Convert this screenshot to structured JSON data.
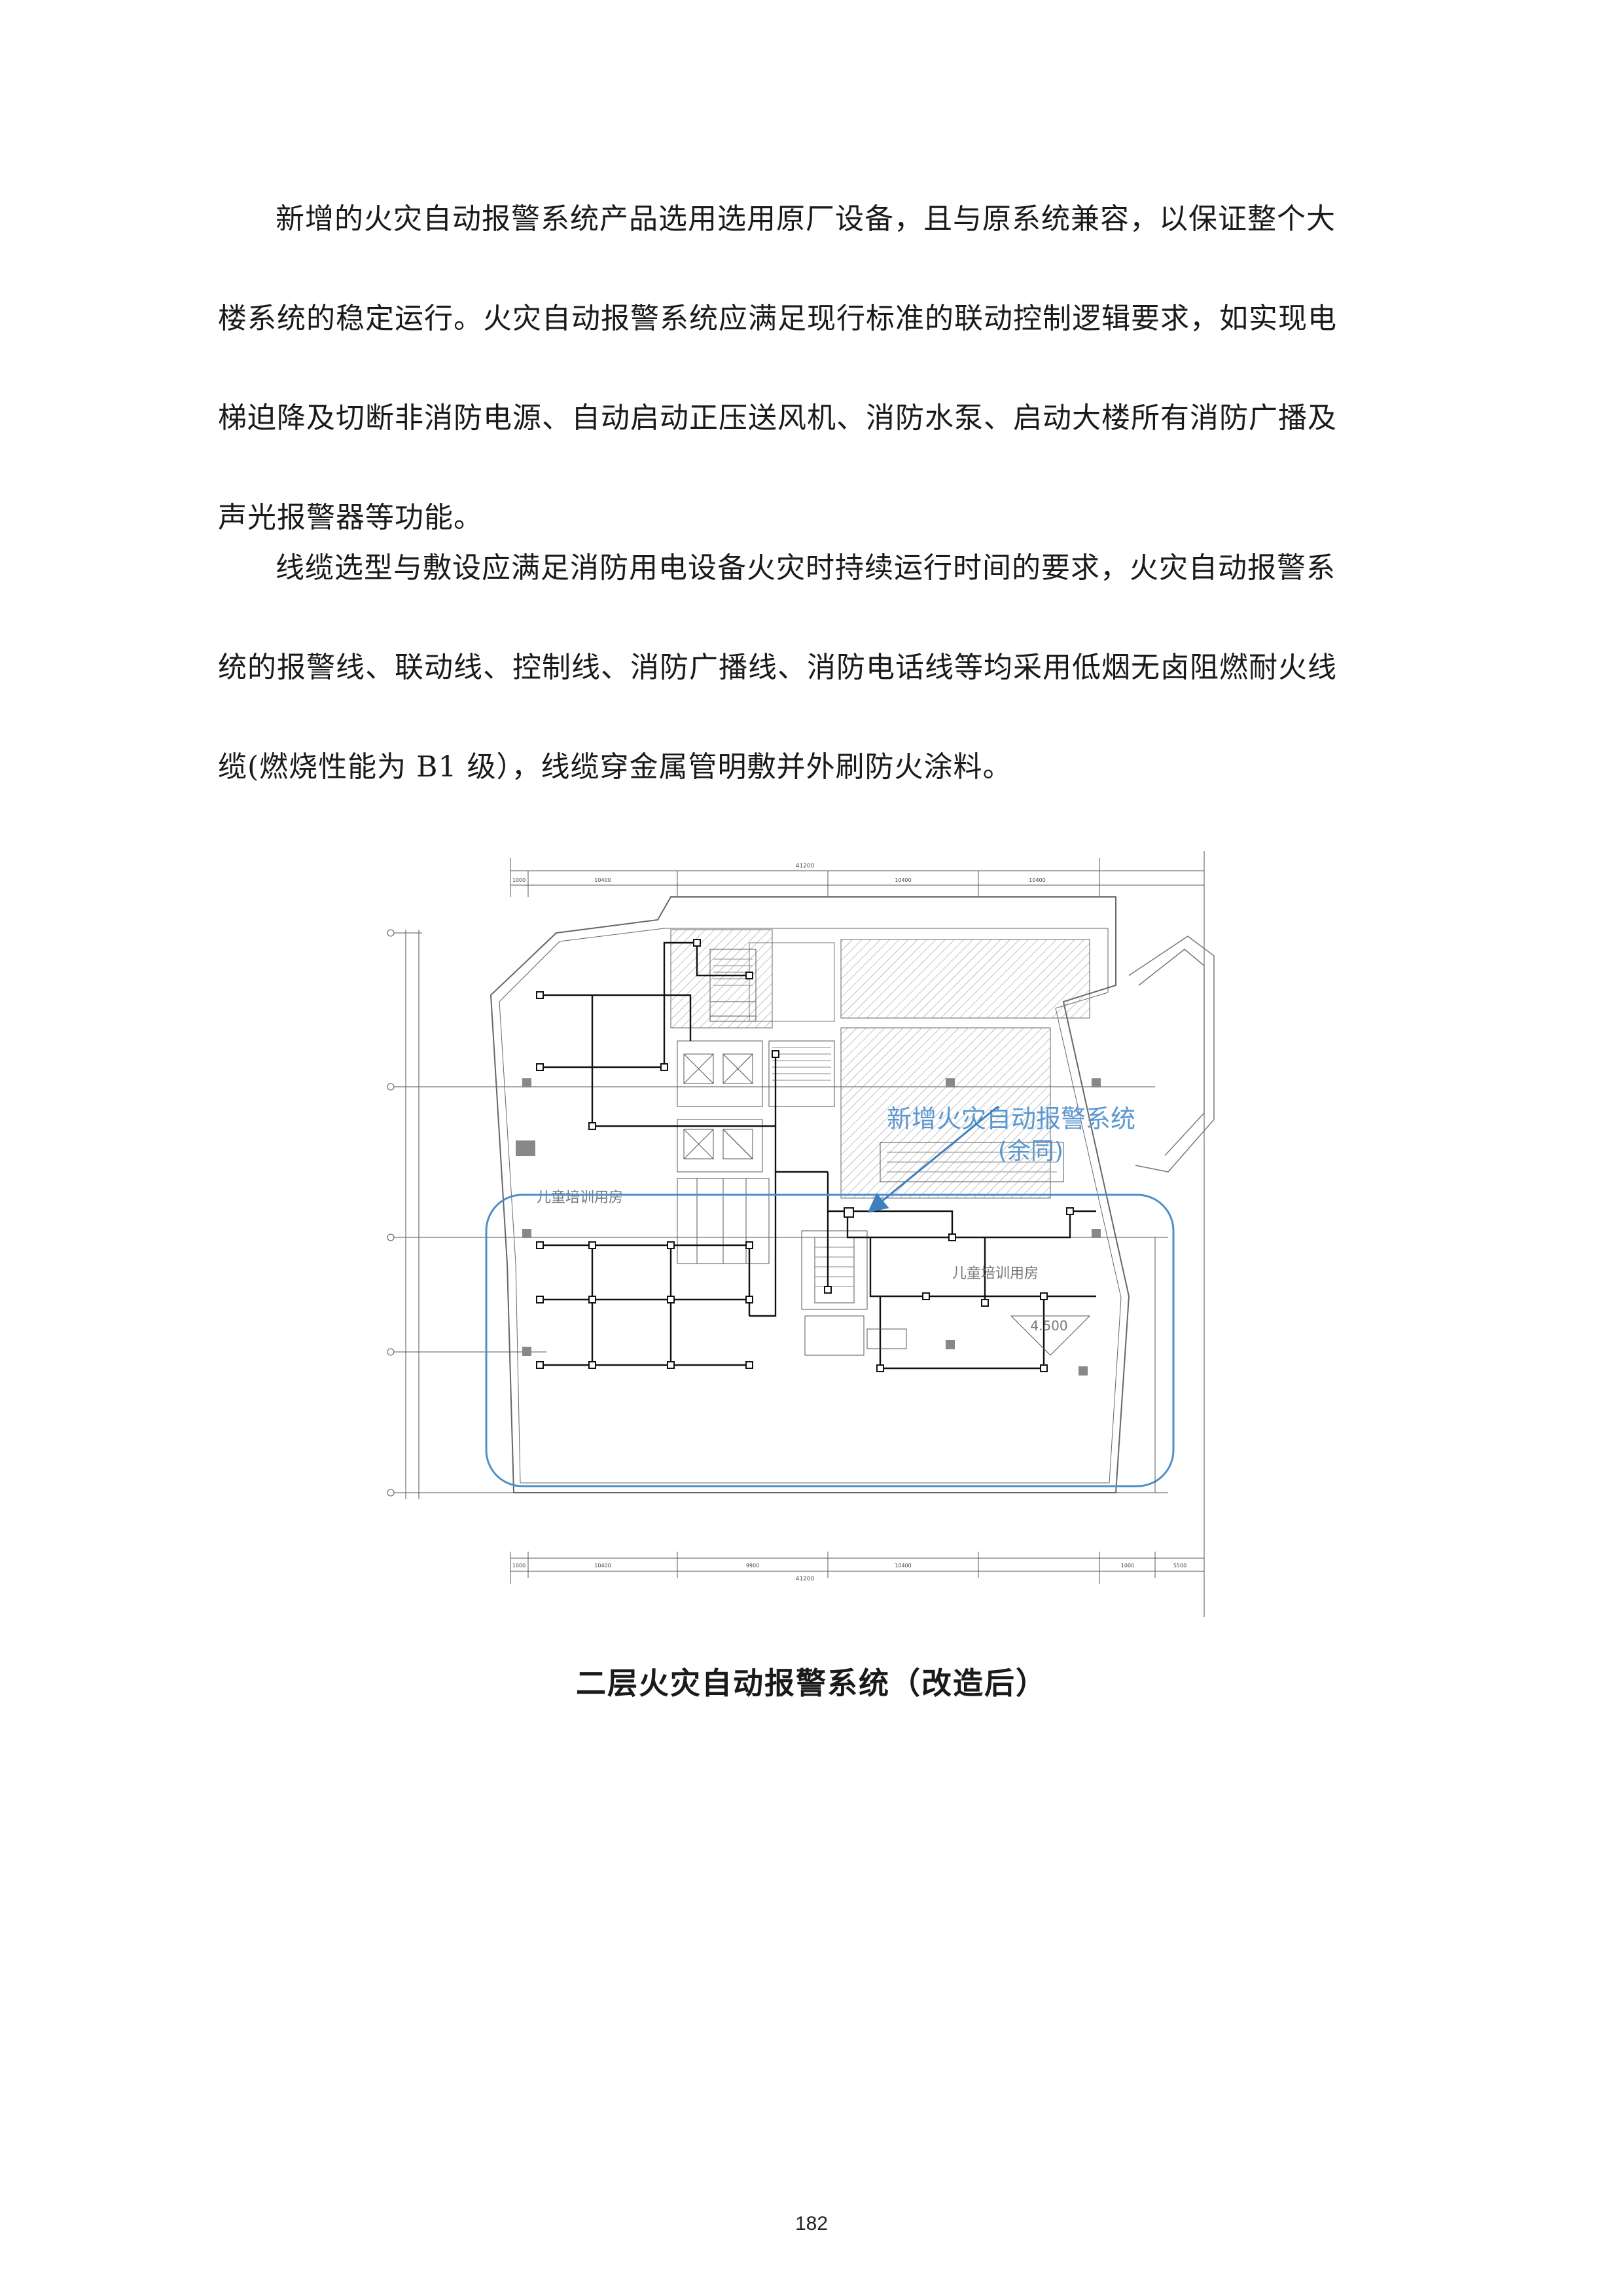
{
  "paragraphs": [
    {
      "lines": [
        "新增的火灾自动报警系统产品选用选用原厂设备，且与原系统兼容，以保证整个大",
        "楼系统的稳定运行。火灾自动报警系统应满足现行标准的联动控制逻辑要求，如实现电",
        "梯迫降及切断非消防电源、自动启动正压送风机、消防水泵、启动大楼所有消防广播及",
        "声光报警器等功能。"
      ]
    },
    {
      "lines": [
        "线缆选型与敷设应满足消防用电设备火灾时持续运行时间的要求，火灾自动报警系",
        "统的报警线、联动线、控制线、消防广播线、消防电话线等均采用低烟无卤阻燃耐火线",
        "缆(燃烧性能为 B1 级），线缆穿金属管明敷并外刷防火涂料。"
      ]
    }
  ],
  "figure": {
    "annotation_line1": "新增火灾自动报警系统",
    "annotation_line2": "(余同)",
    "room_label_left": "儿童培训用房",
    "room_label_right": "儿童培训用房",
    "elevation": "4.500",
    "dim_top_total": "41200",
    "dim_top_1": "1000",
    "dim_top_2": "10400",
    "dim_top_3": "10400",
    "dim_top_4": "10400",
    "dim_bottom_total": "41200",
    "dim_bottom_1": "1000",
    "dim_bottom_2": "10400",
    "dim_bottom_3": "9900",
    "dim_bottom_4": "10400",
    "dim_bottom_5": "1000",
    "dim_bottom_6": "5500",
    "highlight_color": "#4f8fc9",
    "annotation_color": "#5b97cf"
  },
  "caption": "二层火灾自动报警系统（改造后）",
  "page_number": "182"
}
